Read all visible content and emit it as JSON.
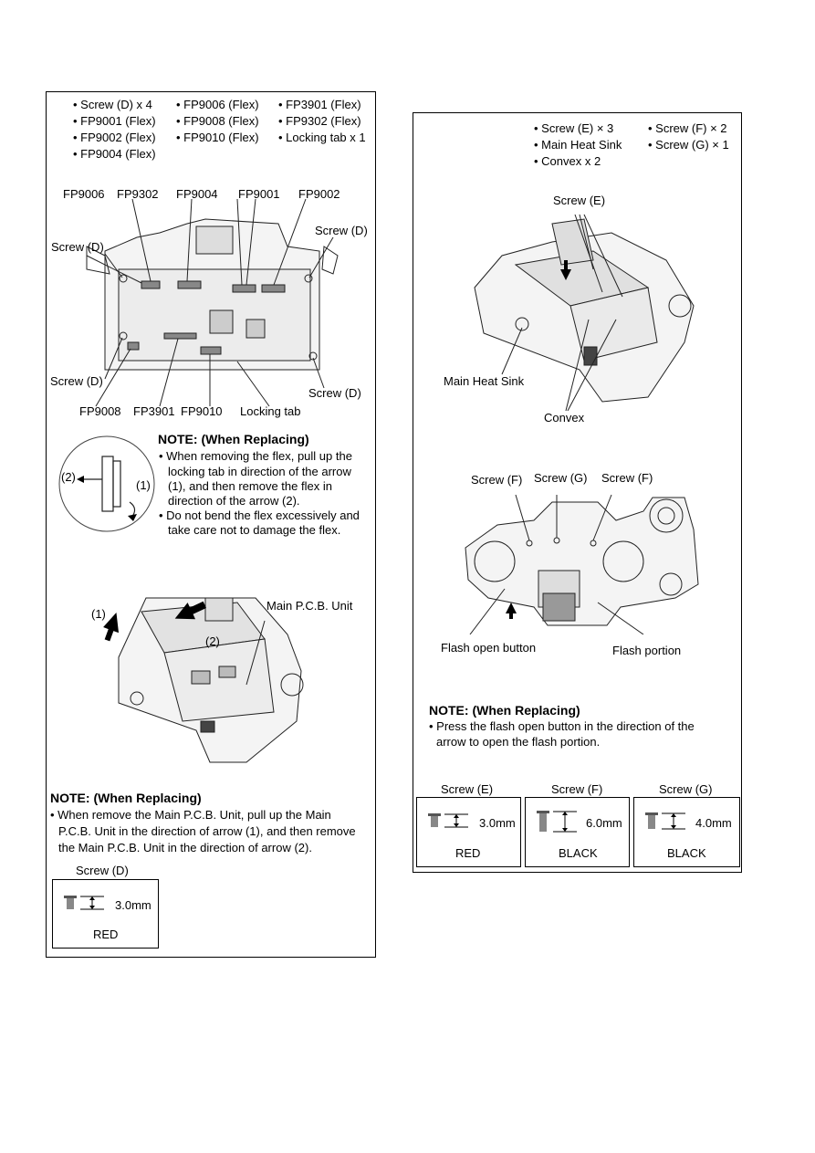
{
  "left": {
    "parts": [
      "• Screw (D) x 4",
      "• FP9006 (Flex)",
      "• FP3901 (Flex)",
      "• FP9001 (Flex)",
      "• FP9008 (Flex)",
      "• FP9302 (Flex)",
      "• FP9002 (Flex)",
      "• FP9010 (Flex)",
      "• Locking tab x 1",
      "• FP9004 (Flex)"
    ],
    "diagram1_labels": {
      "fp9006": "FP9006",
      "fp9302": "FP9302",
      "fp9004": "FP9004",
      "fp9001": "FP9001",
      "fp9002": "FP9002",
      "screw_tl": "Screw (D)",
      "screw_tr": "Screw (D)",
      "screw_bl": "Screw (D)",
      "screw_br": "Screw (D)",
      "fp9008": "FP9008",
      "fp3901": "FP3901",
      "fp9010": "FP9010",
      "locking_tab": "Locking tab"
    },
    "note1": {
      "title": "NOTE: (When Replacing)",
      "lines": [
        "• When removing the flex, pull up the",
        "locking tab in direction of the arrow",
        "(1), and then remove the flex in",
        "direction of the arrow (2).",
        "• Do not bend the flex excessively and",
        "take care not to damage the flex."
      ],
      "arrow1": "(1)",
      "arrow2": "(2)"
    },
    "diagram2_labels": {
      "unit": "Main P.C.B. Unit",
      "a1": "(1)",
      "a2": "(2)"
    },
    "note2": {
      "title": "NOTE: (When Replacing)",
      "lines": [
        "• When remove the Main P.C.B. Unit, pull up the Main",
        "P.C.B. Unit in the direction of arrow (1), and then remove",
        "the Main P.C.B. Unit in the direction of arrow (2)."
      ]
    },
    "screw_spec": {
      "name": "Screw (D)",
      "length": "3.0mm",
      "color": "RED"
    }
  },
  "right": {
    "parts": [
      "• Screw (E) × 3",
      "• Screw (F) × 2",
      "• Main Heat Sink",
      "• Screw (G) × 1",
      "• Convex x 2"
    ],
    "diagram1_labels": {
      "screw_e": "Screw (E)",
      "heat_sink": "Main Heat Sink",
      "convex": "Convex"
    },
    "diagram2_labels": {
      "screw_f1": "Screw (F)",
      "screw_g": "Screw (G)",
      "screw_f2": "Screw (F)",
      "flash_btn": "Flash open button",
      "flash_portion": "Flash portion"
    },
    "note": {
      "title": "NOTE: (When Replacing)",
      "lines": [
        "• Press the flash open button in the direction of the",
        "arrow to open the flash portion."
      ]
    },
    "screw_specs": [
      {
        "name": "Screw (E)",
        "length": "3.0mm",
        "color": "RED"
      },
      {
        "name": "Screw (F)",
        "length": "6.0mm",
        "color": "BLACK"
      },
      {
        "name": "Screw (G)",
        "length": "4.0mm",
        "color": "BLACK"
      }
    ]
  }
}
